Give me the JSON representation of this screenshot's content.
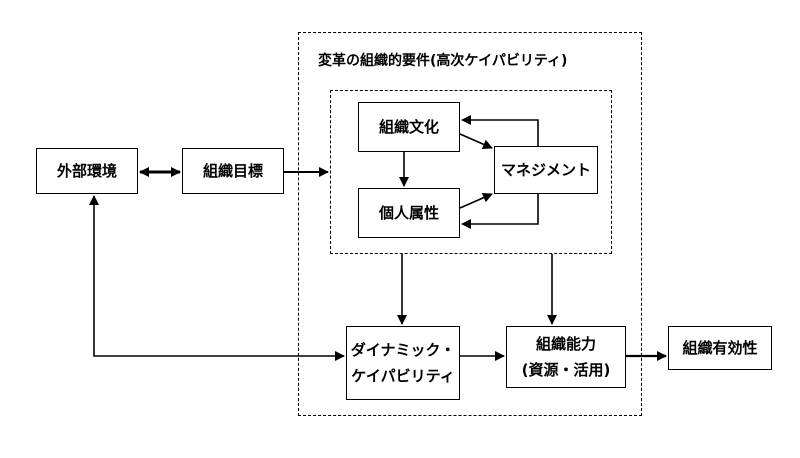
{
  "diagram": {
    "outer_group_title": "変革の組織的要件(高次ケイパビリティ)",
    "nodes": {
      "external_env": "外部環境",
      "org_goal": "組織目標",
      "org_culture": "組織文化",
      "individual_attr": "個人属性",
      "management": "マネジメント",
      "dynamic_line1": "ダイナミック・",
      "dynamic_line2": "ケイパビリティ",
      "org_capability_line1": "組織能力",
      "org_capability_line2": "(資源・活用)",
      "org_effectiveness": "組織有効性"
    }
  }
}
